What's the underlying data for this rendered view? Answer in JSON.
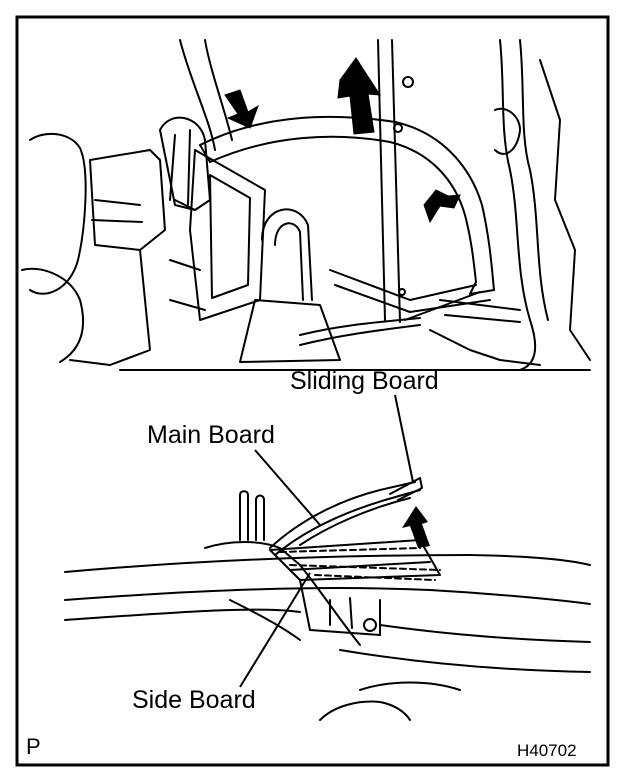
{
  "labels": {
    "sliding_board": "Sliding Board",
    "main_board": "Main Board",
    "side_board": "Side Board"
  },
  "corner_mark": "P",
  "figure_code": "H40702"
}
